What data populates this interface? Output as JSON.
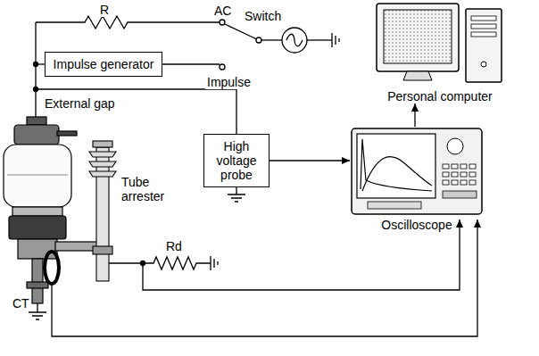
{
  "diagram": {
    "nodes": [
      {
        "text": [
          "Impulse generator"
        ]
      },
      {
        "text": [
          "High voltage probe"
        ]
      },
      {
        "text": [
          "Oscilloscope"
        ]
      },
      {
        "text": [
          "Personal computer"
        ]
      }
    ],
    "edges": [
      {
        "from": 1,
        "to": 2,
        "arrow": "to"
      },
      {
        "from": 2,
        "to": 3,
        "arrow": "to"
      }
    ],
    "labels": [
      "R",
      "AC",
      "Switch",
      "Impulse",
      "External gap",
      "Tube arrester",
      "CT",
      "Rd"
    ]
  }
}
